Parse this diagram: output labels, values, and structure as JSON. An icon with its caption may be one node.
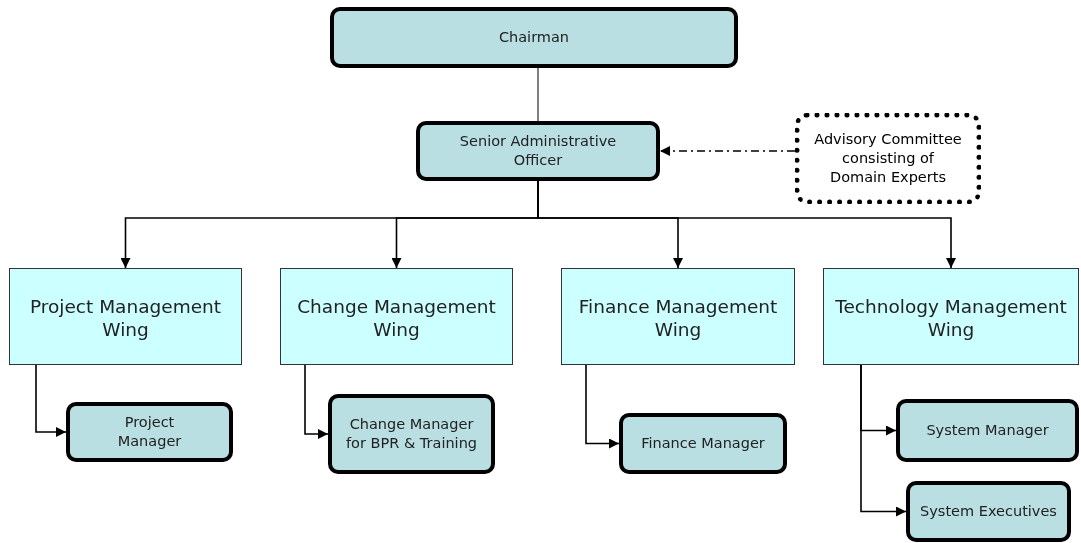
{
  "diagram": {
    "nodes": [
      {
        "text": [
          "Chairman"
        ]
      },
      {
        "text": [
          "Senior Administrative Officer"
        ]
      },
      {
        "text": [
          "Advisory Committee consisting of Domain Experts"
        ]
      },
      {
        "text": [
          "Project Management Wing"
        ]
      },
      {
        "text": [
          "Change Management Wing"
        ]
      },
      {
        "text": [
          "Finance Management Wing"
        ]
      },
      {
        "text": [
          "Technology Management Wing"
        ]
      },
      {
        "text": [
          "Project Manager"
        ]
      },
      {
        "text": [
          "Change Manager for BPR & Training"
        ]
      },
      {
        "text": [
          "Finance Manager"
        ]
      },
      {
        "text": [
          "System Manager"
        ]
      },
      {
        "text": [
          "System Executives"
        ]
      }
    ],
    "edges": [
      {
        "from": 0,
        "to": 1,
        "arrow": "none"
      },
      {
        "from": 2,
        "to": 1,
        "arrow": "to",
        "style": "dashed"
      },
      {
        "from": 1,
        "to": 3,
        "arrow": "to"
      },
      {
        "from": 1,
        "to": 4,
        "arrow": "to"
      },
      {
        "from": 1,
        "to": 5,
        "arrow": "to"
      },
      {
        "from": 1,
        "to": 6,
        "arrow": "to"
      },
      {
        "from": 3,
        "to": 7,
        "arrow": "to"
      },
      {
        "from": 4,
        "to": 8,
        "arrow": "to"
      },
      {
        "from": 5,
        "to": 9,
        "arrow": "to"
      },
      {
        "from": 6,
        "to": 10,
        "arrow": "to"
      },
      {
        "from": 6,
        "to": 11,
        "arrow": "to"
      }
    ]
  }
}
